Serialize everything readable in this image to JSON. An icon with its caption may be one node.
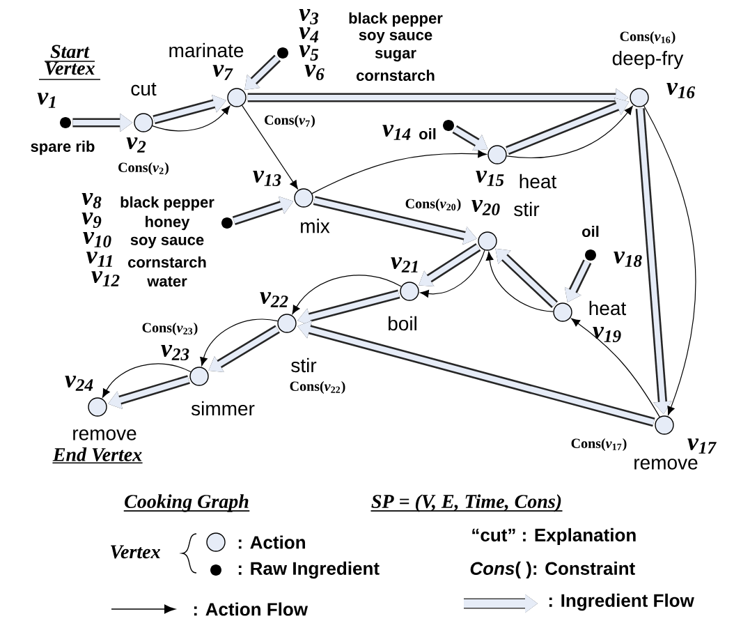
{
  "diagram": {
    "nodes": [
      {
        "text": [],
        "shape": "dot",
        "beside": [
          "v$_{1}$",
          "spare rib"
        ]
      },
      {
        "text": [],
        "shape": "circle",
        "beside": [
          "cut",
          "v$_{2}$",
          "Cons(*v*$_{2}$)"
        ]
      },
      {
        "text": [],
        "shape": "dot",
        "beside": [
          "v$_{3}$",
          "black pepper",
          "v$_{4}$",
          "soy sauce",
          "v$_{5}$",
          "sugar",
          "v$_{6}$",
          "cornstarch"
        ]
      },
      {
        "text": [],
        "shape": "circle",
        "beside": [
          "marinate",
          "v$_{7}$",
          "Cons(*v*$_{7}$)"
        ]
      },
      {
        "text": [],
        "shape": "dot",
        "beside": [
          "v$_{8}$",
          "black pepper",
          "v$_{9}$",
          "honey",
          "v$_{10}$",
          "soy sauce",
          "v$_{11}$",
          "cornstarch",
          "v$_{12}$",
          "water"
        ]
      },
      {
        "text": [],
        "shape": "circle",
        "beside": [
          "v$_{13}$",
          "mix"
        ]
      },
      {
        "text": [],
        "shape": "dot",
        "beside": [
          "v$_{14}$",
          "oil"
        ]
      },
      {
        "text": [],
        "shape": "circle",
        "beside": [
          "v$_{15}$",
          "heat"
        ]
      },
      {
        "text": [],
        "shape": "circle",
        "beside": [
          "Cons(*v*$_{16}$)",
          "deep-fry",
          "v$_{16}$"
        ]
      },
      {
        "text": [],
        "shape": "circle",
        "beside": [
          "Cons(*v*$_{20}$)",
          "v$_{20}$",
          "stir"
        ]
      },
      {
        "text": [],
        "shape": "dot",
        "beside": [
          "oil",
          "v$_{18}$"
        ]
      },
      {
        "text": [],
        "shape": "circle",
        "beside": [
          "heat",
          "v$_{19}$"
        ]
      },
      {
        "text": [],
        "shape": "circle",
        "beside": [
          "v$_{21}$",
          "boil"
        ]
      },
      {
        "text": [],
        "shape": "circle",
        "beside": [
          "v$_{22}$",
          "stir",
          "Cons(*v*$_{22}$)"
        ]
      },
      {
        "text": [],
        "shape": "circle",
        "beside": [
          "Cons(*v*$_{23}$)",
          "v$_{23}$",
          "simmer"
        ]
      },
      {
        "text": [],
        "shape": "circle",
        "beside": [
          "v$_{24}$",
          "remove"
        ]
      },
      {
        "text": [],
        "shape": "circle",
        "beside": [
          "Cons(*v*$_{17}$)",
          "v$_{17}$",
          "remove"
        ]
      }
    ],
    "edges": [
      {
        "from": 0,
        "to": 1,
        "arrow": "to"
      },
      {
        "from": 1,
        "to": 3,
        "arrow": "to"
      },
      {
        "from": 1,
        "to": 3,
        "arrow": "to",
        "color": "#000000"
      },
      {
        "from": 2,
        "to": 3,
        "arrow": "to"
      },
      {
        "from": 3,
        "to": 8,
        "arrow": "to"
      },
      {
        "from": 3,
        "to": 5,
        "arrow": "to",
        "color": "#000000"
      },
      {
        "from": 4,
        "to": 5,
        "arrow": "to"
      },
      {
        "from": 5,
        "to": 7,
        "arrow": "to",
        "color": "#000000"
      },
      {
        "from": 5,
        "to": 9,
        "arrow": "to"
      },
      {
        "from": 6,
        "to": 7,
        "arrow": "to"
      },
      {
        "from": 7,
        "to": 8,
        "arrow": "to"
      },
      {
        "from": 7,
        "to": 8,
        "arrow": "to",
        "color": "#000000"
      },
      {
        "from": 8,
        "to": 16,
        "arrow": "to"
      },
      {
        "from": 8,
        "to": 16,
        "arrow": "to",
        "color": "#000000"
      },
      {
        "from": 16,
        "to": 11,
        "arrow": "to",
        "color": "#000000"
      },
      {
        "from": 10,
        "to": 11,
        "arrow": "to"
      },
      {
        "from": 11,
        "to": 9,
        "arrow": "to"
      },
      {
        "from": 11,
        "to": 9,
        "arrow": "to",
        "color": "#000000"
      },
      {
        "from": 9,
        "to": 12,
        "arrow": "to"
      },
      {
        "from": 9,
        "to": 12,
        "arrow": "to",
        "color": "#000000"
      },
      {
        "from": 12,
        "to": 13,
        "arrow": "to"
      },
      {
        "from": 12,
        "to": 13,
        "arrow": "to",
        "color": "#000000"
      },
      {
        "from": 16,
        "to": 13,
        "arrow": "to"
      },
      {
        "from": 13,
        "to": 14,
        "arrow": "to"
      },
      {
        "from": 13,
        "to": 14,
        "arrow": "to",
        "color": "#000000"
      },
      {
        "from": 14,
        "to": 15,
        "arrow": "to"
      },
      {
        "from": 14,
        "to": 15,
        "arrow": "to",
        "color": "#000000"
      }
    ],
    "labels": [
      "Start Vertex",
      "End Vertex",
      "Cooking Graph",
      "SP = (V, E, Time, Cons)",
      "Vertex"
    ],
    "legend": [
      {
        "text": ": Action"
      },
      {
        "text": "“cut” : Explanation"
      },
      {
        "text": ": Raw Ingredient"
      },
      {
        "text": "*Cons*( ): Constraint"
      },
      {
        "text": ": Action Flow"
      },
      {
        "text": ": Ingredient Flow"
      }
    ]
  }
}
